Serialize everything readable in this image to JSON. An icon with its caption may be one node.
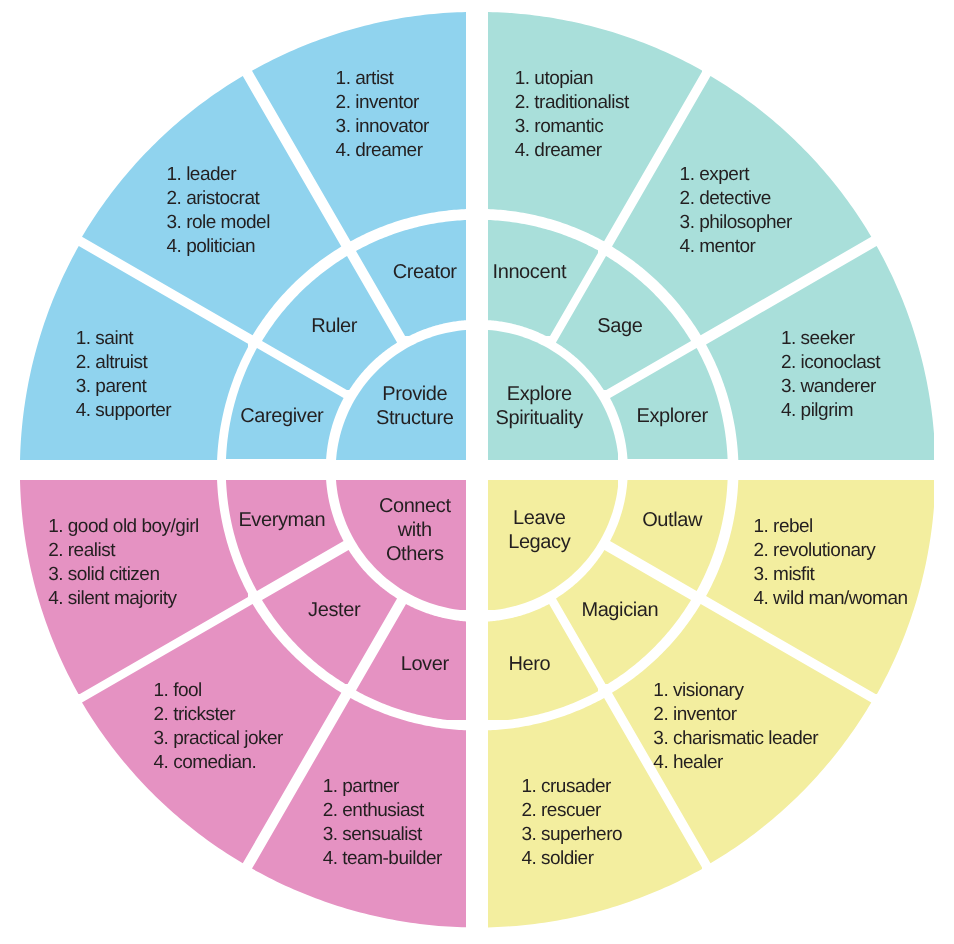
{
  "diagram": {
    "nodes": [
      {
        "text": [
          "Provide Structure"
        ]
      },
      {
        "text": [
          "Creator"
        ]
      },
      {
        "text": [
          "Ruler"
        ]
      },
      {
        "text": [
          "Caregiver"
        ]
      },
      {
        "text": [
          "1. artist",
          "2. inventor",
          "3. innovator",
          "4. dreamer"
        ]
      },
      {
        "text": [
          "1. leader",
          "2. aristocrat",
          "3. role model",
          "4. politician"
        ]
      },
      {
        "text": [
          "1. saint",
          "2. altruist",
          "3. parent",
          "4. supporter"
        ]
      },
      {
        "text": [
          "Explore Spirituality"
        ]
      },
      {
        "text": [
          "Innocent"
        ]
      },
      {
        "text": [
          "Sage"
        ]
      },
      {
        "text": [
          "Explorer"
        ]
      },
      {
        "text": [
          "1. utopian",
          "2. traditionalist",
          "3. romantic",
          "4. dreamer"
        ]
      },
      {
        "text": [
          "1. expert",
          "2. detective",
          "3. philosopher",
          "4. mentor"
        ]
      },
      {
        "text": [
          "1. seeker",
          "2. iconoclast",
          "3. wanderer",
          "4. pilgrim"
        ]
      },
      {
        "text": [
          "Connect with Others"
        ]
      },
      {
        "text": [
          "Everyman"
        ]
      },
      {
        "text": [
          "Jester"
        ]
      },
      {
        "text": [
          "Lover"
        ]
      },
      {
        "text": [
          "1. good old boy/girl",
          "2. realist",
          "3. solid citizen",
          "4. silent majority"
        ]
      },
      {
        "text": [
          "1. fool",
          "2. trickster",
          "3. practical joker",
          "4. comedian."
        ]
      },
      {
        "text": [
          "1. partner",
          "2. enthusiast",
          "3. sensualist",
          "4. team-builder"
        ]
      },
      {
        "text": [
          "Leave Legacy"
        ]
      },
      {
        "text": [
          "Outlaw"
        ]
      },
      {
        "text": [
          "Magician"
        ]
      },
      {
        "text": [
          "Hero"
        ]
      },
      {
        "text": [
          "1. rebel",
          "2. revolutionary",
          "3. misfit",
          "4. wild man/woman"
        ]
      },
      {
        "text": [
          "1. visionary",
          "2. inventor",
          "3. charismatic leader",
          "4. healer"
        ]
      },
      {
        "text": [
          "1. crusader",
          "2. rescuer",
          "3. superhero",
          "4. soldier"
        ]
      }
    ]
  }
}
